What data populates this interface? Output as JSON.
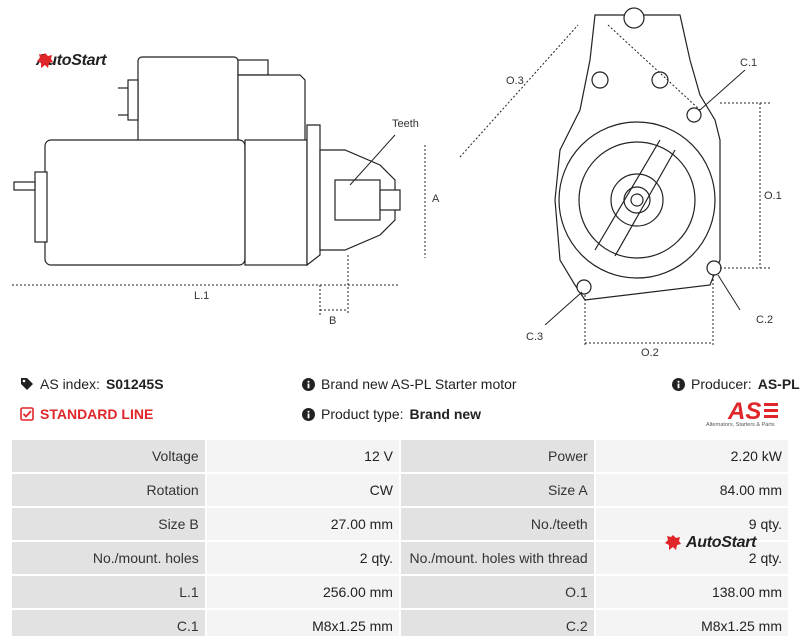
{
  "brand": {
    "name": "AutoStart"
  },
  "drawing_labels": {
    "teeth": "Teeth",
    "a": "A",
    "b": "B",
    "l1": "L.1",
    "o3": "O.3",
    "c1": "C.1",
    "o1": "O.1",
    "c2": "C.2",
    "c3": "C.3",
    "o2": "O.2"
  },
  "info": {
    "as_index_label": "AS index:",
    "as_index_value": "S01245S",
    "description": "Brand new AS-PL Starter motor",
    "producer_label": "Producer:",
    "producer_value": "AS-PL",
    "line": "STANDARD LINE",
    "product_type_label": "Product type:",
    "product_type_value": "Brand new"
  },
  "as_logo": {
    "mark": "AS",
    "tagline": "Alternators, Starters & Parts"
  },
  "specs": [
    [
      "Voltage",
      "12 V",
      "Power",
      "2.20 kW"
    ],
    [
      "Rotation",
      "CW",
      "Size A",
      "84.00 mm"
    ],
    [
      "Size B",
      "27.00 mm",
      "No./teeth",
      "9 qty."
    ],
    [
      "No./mount. holes",
      "2 qty.",
      "No./mount. holes with thread",
      "2 qty."
    ],
    [
      "L.1",
      "256.00 mm",
      "O.1",
      "138.00 mm"
    ],
    [
      "C.1",
      "M8x1.25 mm",
      "C.2",
      "M8x1.25 mm"
    ]
  ],
  "colors": {
    "accent_red": "#e0262a",
    "key_bg": "#e2e2e2",
    "value_bg": "#f4f4f4"
  }
}
